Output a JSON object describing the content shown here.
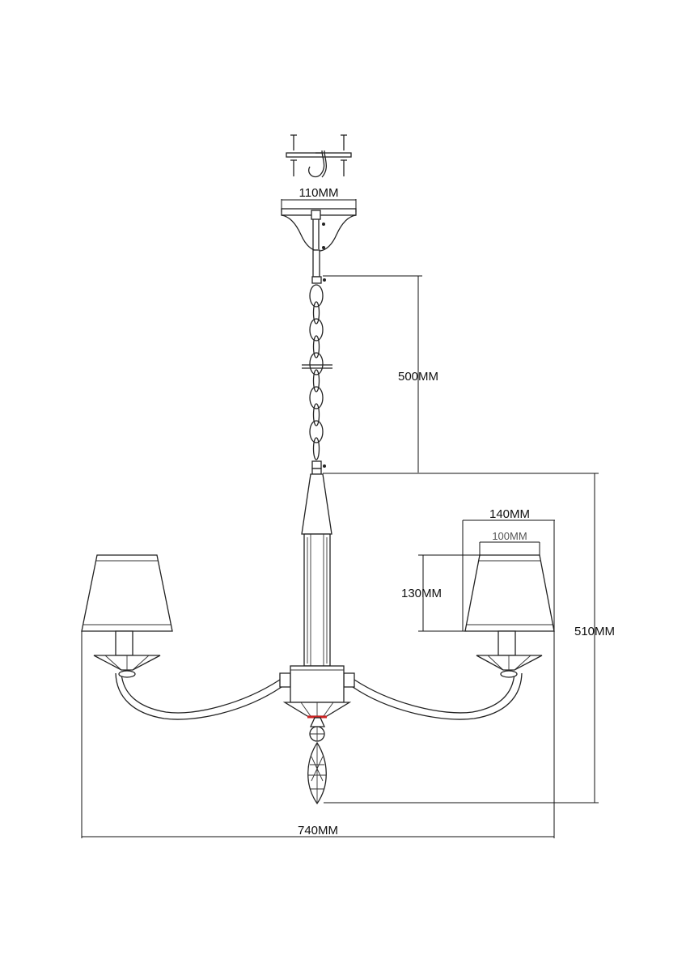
{
  "dimensions": {
    "canopy_width": "110MM",
    "chain_length": "500MM",
    "shade_top_outer": "140MM",
    "shade_top_inner": "100MM",
    "shade_height": "130MM",
    "body_height": "510MM",
    "total_width": "740MM"
  },
  "colors": {
    "line": "#222222",
    "accent": "#cc2222"
  }
}
